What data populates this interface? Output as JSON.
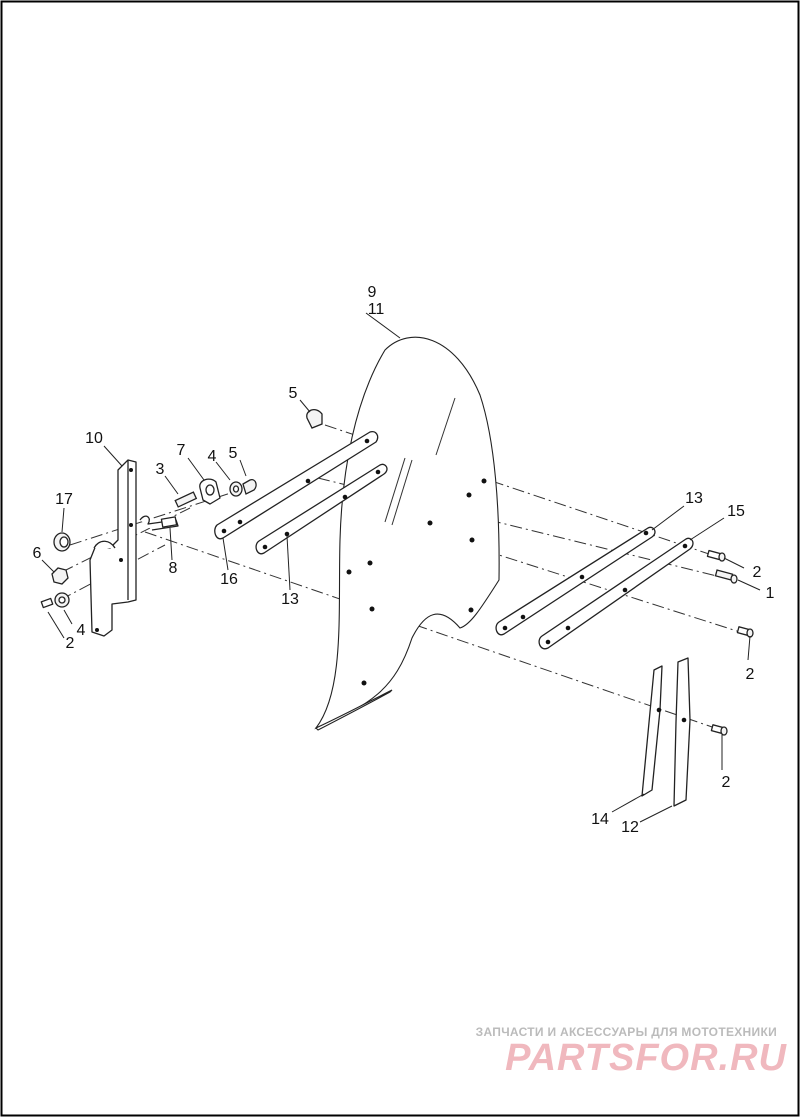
{
  "diagram": {
    "callouts": {
      "c1": "1",
      "c2a": "2",
      "c2b": "2",
      "c2c": "2",
      "c2d": "2",
      "c3": "3",
      "c4a": "4",
      "c4b": "4",
      "c5a": "5",
      "c5b": "5",
      "c6": "6",
      "c7": "7",
      "c8": "8",
      "c9": "9",
      "c10": "10",
      "c11": "11",
      "c12": "12",
      "c13a": "13",
      "c13b": "13",
      "c14": "14",
      "c15": "15",
      "c16": "16",
      "c17": "17"
    }
  },
  "watermark": {
    "caption": "ЗАПЧАСТИ И АКСЕССУАРЫ ДЛЯ МОТОТЕХНИКИ",
    "logo": "PARTSFOR.RU",
    "colors": {
      "logo": "#f0b8be",
      "caption": "#bbbbbb"
    }
  },
  "colors": {
    "frame": "#000000",
    "lines": "#222222"
  }
}
